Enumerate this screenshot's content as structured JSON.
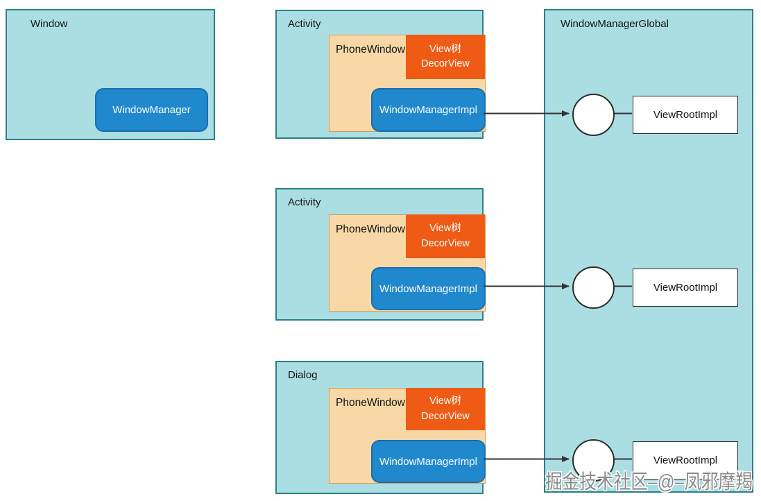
{
  "window_box": {
    "title": "Window",
    "window_manager_label": "WindowManager"
  },
  "containers": [
    {
      "title": "Activity",
      "phone_window_label": "PhoneWindow",
      "decor_view_line1": "View树",
      "decor_view_line2": "DecorView",
      "window_manager_impl_label": "WindowManagerImpl"
    },
    {
      "title": "Activity",
      "phone_window_label": "PhoneWindow",
      "decor_view_line1": "View树",
      "decor_view_line2": "DecorView",
      "window_manager_impl_label": "WindowManagerImpl"
    },
    {
      "title": "Dialog",
      "phone_window_label": "PhoneWindow",
      "decor_view_line1": "View树",
      "decor_view_line2": "DecorView",
      "window_manager_impl_label": "WindowManagerImpl"
    }
  ],
  "window_manager_global": {
    "title": "WindowManagerGlobal",
    "view_roots": [
      {
        "label": "ViewRootImpl"
      },
      {
        "label": "ViewRootImpl"
      },
      {
        "label": "ViewRootImpl"
      }
    ]
  },
  "watermark": "掘金技术社区–@–凤邪摩羯",
  "colors": {
    "container_fill": "#abdee3",
    "container_border": "#2a8187",
    "phone_window_fill": "#f8d8a6",
    "phone_window_border": "#d49b50",
    "decor_view_fill": "#ef5a14",
    "impl_fill": "#2089cd",
    "impl_border": "#1a6db0",
    "node_border": "#2b2b2b",
    "arrow": "#333333",
    "watermark": "#8a8a8a",
    "title_text": "#141414"
  }
}
